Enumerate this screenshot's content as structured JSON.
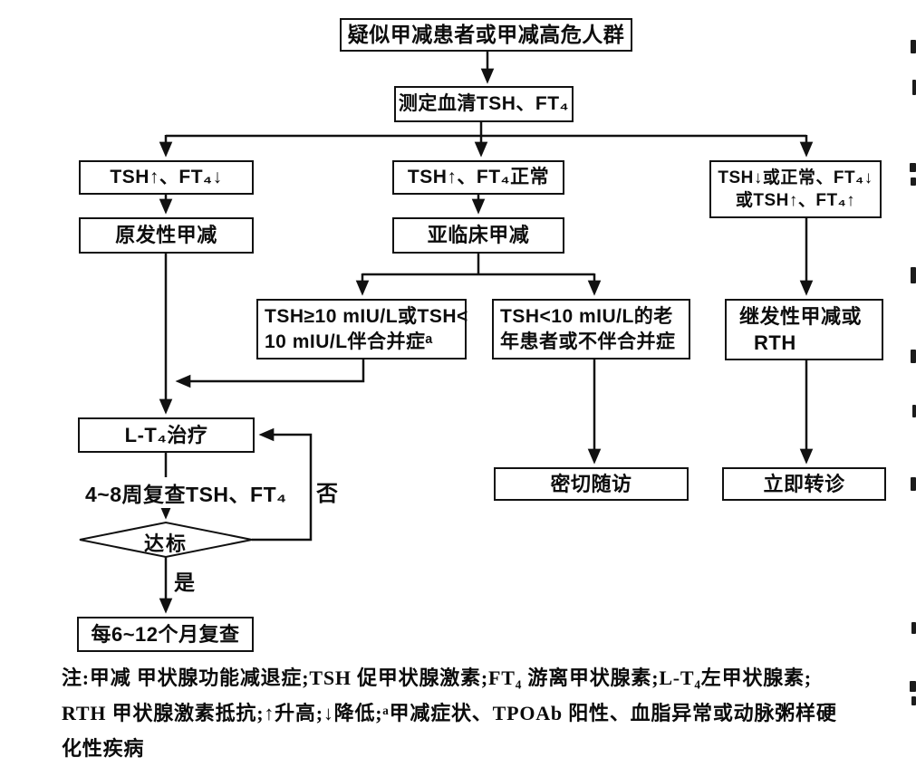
{
  "flowchart": {
    "nodes": {
      "suspect": "疑似甲减患者或甲减高危人群",
      "measure": "测定血清TSH、FT₄",
      "branch_left": "TSH↑、FT₄↓",
      "branch_mid": "TSH↑、FT₄正常",
      "branch_right_line1": "TSH↓或正常、FT₄↓",
      "branch_right_line2": "或TSH↑、FT₄↑",
      "primary": "原发性甲减",
      "subclinical": "亚临床甲减",
      "sub_a_line1": "TSH≥10 mIU/L或TSH<",
      "sub_a_line2": "10 mIU/L伴合并症ᵃ",
      "sub_b_line1": "TSH<10 mIU/L的老",
      "sub_b_line2": "年患者或不伴合并症",
      "secondary_line1": "继发性甲减或",
      "secondary_line2": "RTH",
      "lt4_treatment": "L-T₄治疗",
      "recheck_label": "4~8周复查TSH、FT₄",
      "decision_target": "达标",
      "edge_no": "否",
      "edge_yes": "是",
      "periodic_recheck": "每6~12个月复查",
      "close_followup": "密切随访",
      "immediate_referral": "立即转诊"
    },
    "note": {
      "line1": "注:甲减 甲状腺功能减退症;TSH 促甲状腺激素;FT₄ 游离甲状腺素;L-T₄左甲状腺素;",
      "line2": "RTH 甲状腺激素抵抗;↑升高;↓降低;ᵃ甲减症状、TPOAb 阳性、血脂异常或动脉粥样硬",
      "line3": "化性疾病"
    },
    "colors": {
      "line": "#111111",
      "background": "#ffffff",
      "text": "#0d0d0d"
    }
  }
}
